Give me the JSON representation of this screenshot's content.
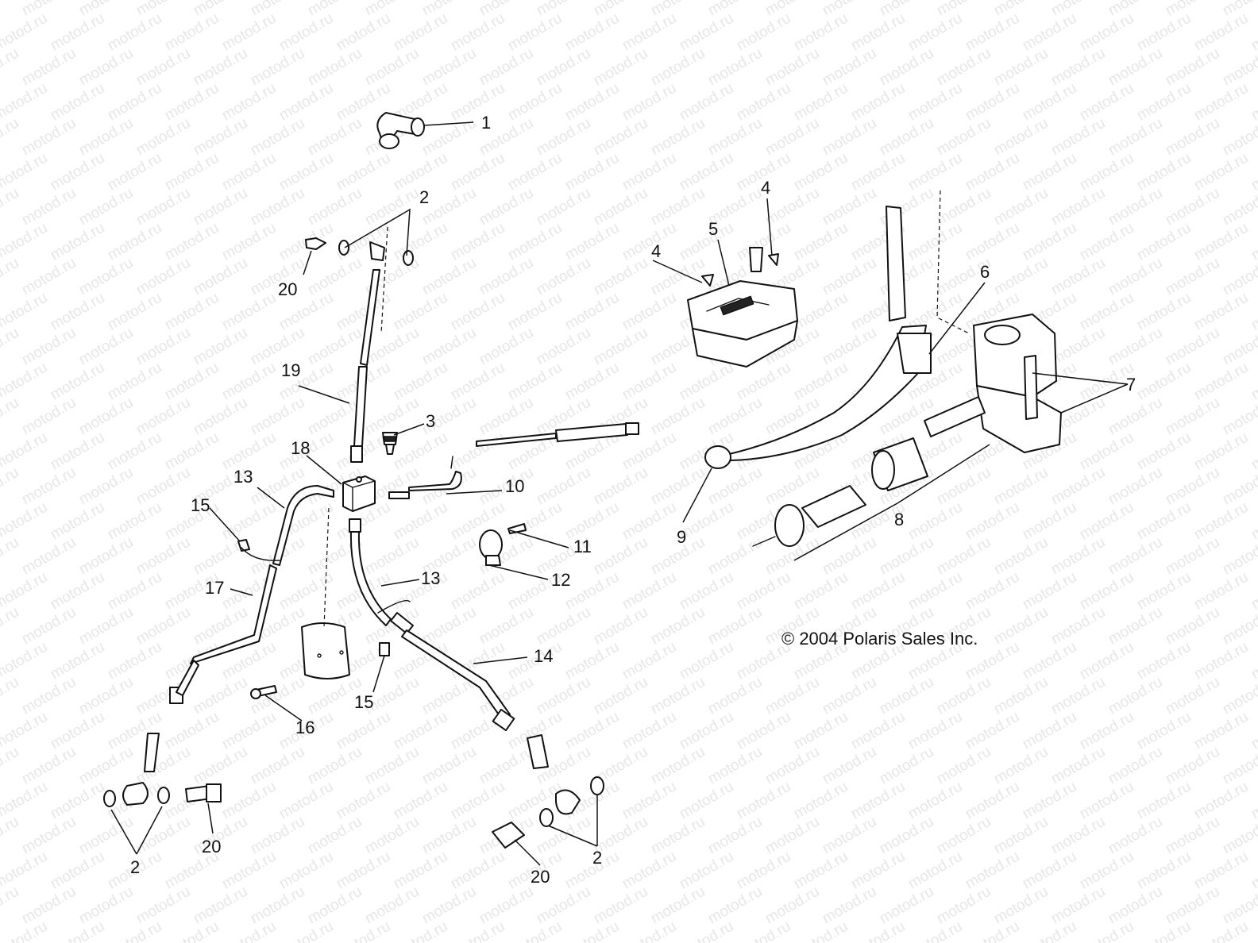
{
  "watermark": "motod.ru",
  "copyright": "© 2004 Polaris Sales Inc.",
  "callouts": {
    "c1": "1",
    "c2_top": "2",
    "c2_bottom_left": "2",
    "c2_bottom_right": "2",
    "c3": "3",
    "c4_left": "4",
    "c4_right": "4",
    "c5": "5",
    "c6": "6",
    "c7": "7",
    "c8": "8",
    "c9": "9",
    "c10": "10",
    "c11": "11",
    "c12": "12",
    "c13_left": "13",
    "c13_right": "13",
    "c14": "14",
    "c15_left": "15",
    "c15_bottom": "15",
    "c16": "16",
    "c17": "17",
    "c18": "18",
    "c19": "19",
    "c20_top": "20",
    "c20_bottom_left": "20",
    "c20_bottom_right": "20"
  }
}
